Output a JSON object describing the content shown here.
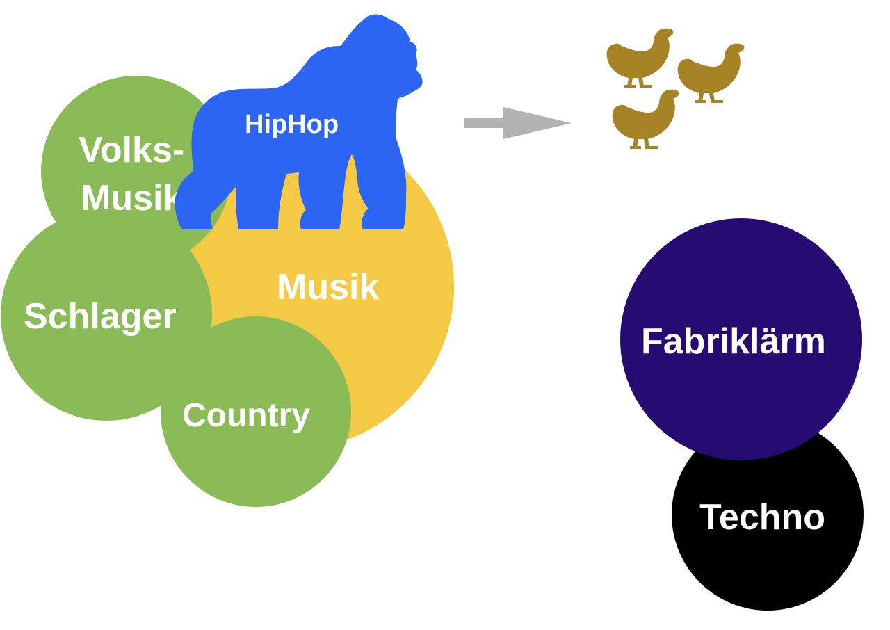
{
  "colors": {
    "green": "#8ABB56",
    "yellow": "#F4C945",
    "blue": "#2B65F2",
    "purple": "#260B73",
    "black": "#000000",
    "arrow": "#B3B3B3",
    "chicken": "#A68426",
    "text": "#FFFFFF"
  },
  "icons": {
    "gorilla": "gorilla-icon",
    "chickens": "chicken-icon",
    "arrow": "arrow-right-icon"
  },
  "labels": {
    "volks_line1": "Volks-",
    "volks_line2": "Musik",
    "schlager": "Schlager",
    "country": "Country",
    "musik": "Musik",
    "hiphop": "HipHop",
    "fabriklaerm": "Fabriklärm",
    "techno": "Techno"
  }
}
